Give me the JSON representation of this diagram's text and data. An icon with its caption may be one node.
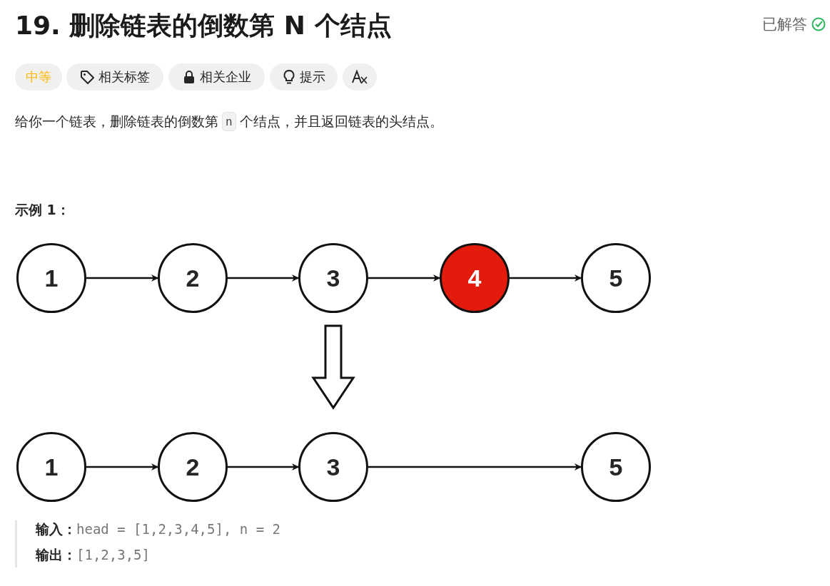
{
  "diagram": {
    "title": "19. 删除链表的倒数第 N 个结点",
    "nodes": [
      {
        "text": [
          "1"
        ]
      },
      {
        "text": [
          "2"
        ]
      },
      {
        "text": [
          "3"
        ]
      },
      {
        "text": [
          "4"
        ]
      },
      {
        "text": [
          "5"
        ]
      },
      {
        "text": [
          "1"
        ]
      },
      {
        "text": [
          "2"
        ]
      },
      {
        "text": [
          "3"
        ]
      },
      {
        "text": [
          "5"
        ]
      }
    ],
    "edges": [
      {
        "from": 0,
        "to": 1,
        "arrow": "to"
      },
      {
        "from": 1,
        "to": 2,
        "arrow": "to"
      },
      {
        "from": 2,
        "to": 3,
        "arrow": "to"
      },
      {
        "from": 3,
        "to": 4,
        "arrow": "to"
      },
      {
        "from": 2,
        "to": 7,
        "arrow": "to",
        "style": "thick"
      },
      {
        "from": 5,
        "to": 6,
        "arrow": "to"
      },
      {
        "from": 6,
        "to": 7,
        "arrow": "to"
      },
      {
        "from": 7,
        "to": 8,
        "arrow": "to"
      }
    ],
    "labels": [
      "已解答",
      "中等",
      "相关标签",
      "相关企业",
      "提示",
      "给你一个链表，删除链表的倒数第",
      "n",
      "个结点，并且返回链表的头结点。",
      "示例 1：",
      "输入：",
      "head = [1,2,3,4,5], n = 2",
      "输出：",
      "[1,2,3,5]"
    ]
  }
}
